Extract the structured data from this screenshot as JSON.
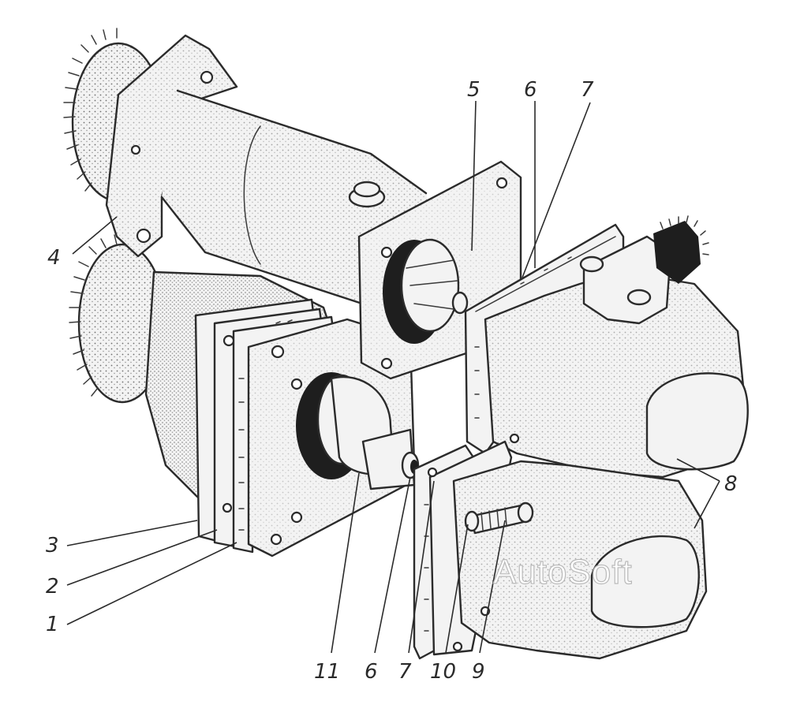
{
  "callouts": {
    "c1": "1",
    "c2": "2",
    "c3": "3",
    "c4": "4",
    "c5": "5",
    "c6_top": "6",
    "c7_top": "7",
    "c8": "8",
    "c9": "9",
    "c10": "10",
    "c11": "11",
    "c6_bottom": "6",
    "c7_bottom": "7"
  },
  "watermark": "AutoSoft",
  "colors": {
    "ink": "#2b2b2b",
    "shade": "#cfcfcf",
    "background": "#ffffff"
  }
}
